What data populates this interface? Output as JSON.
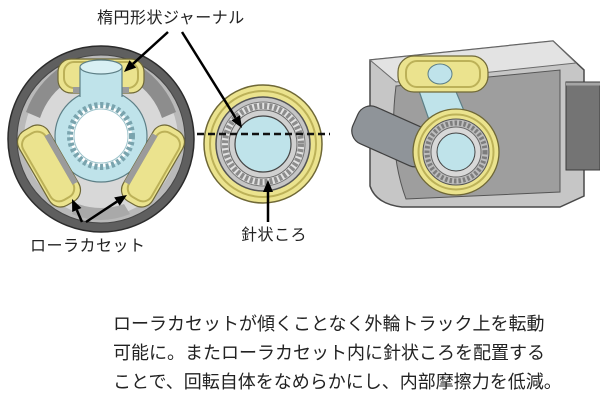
{
  "labels": {
    "elliptical_journal": "楕円形状ジャーナル",
    "roller_cassette": "ローラカセット",
    "needle_rollers": "針状ころ"
  },
  "description": {
    "lines": [
      "ローラカセットが傾くことなく外輪トラック上を転動",
      "可能に。またローラカセット内に針状ころを配置する",
      "ことで、回転自体をなめらかにし、内部摩擦力を低減。"
    ]
  },
  "colors": {
    "roller": "#ebe38e",
    "journal": "#bfe3ea",
    "housing": "#5f5f5f",
    "arrow": "#000000"
  }
}
